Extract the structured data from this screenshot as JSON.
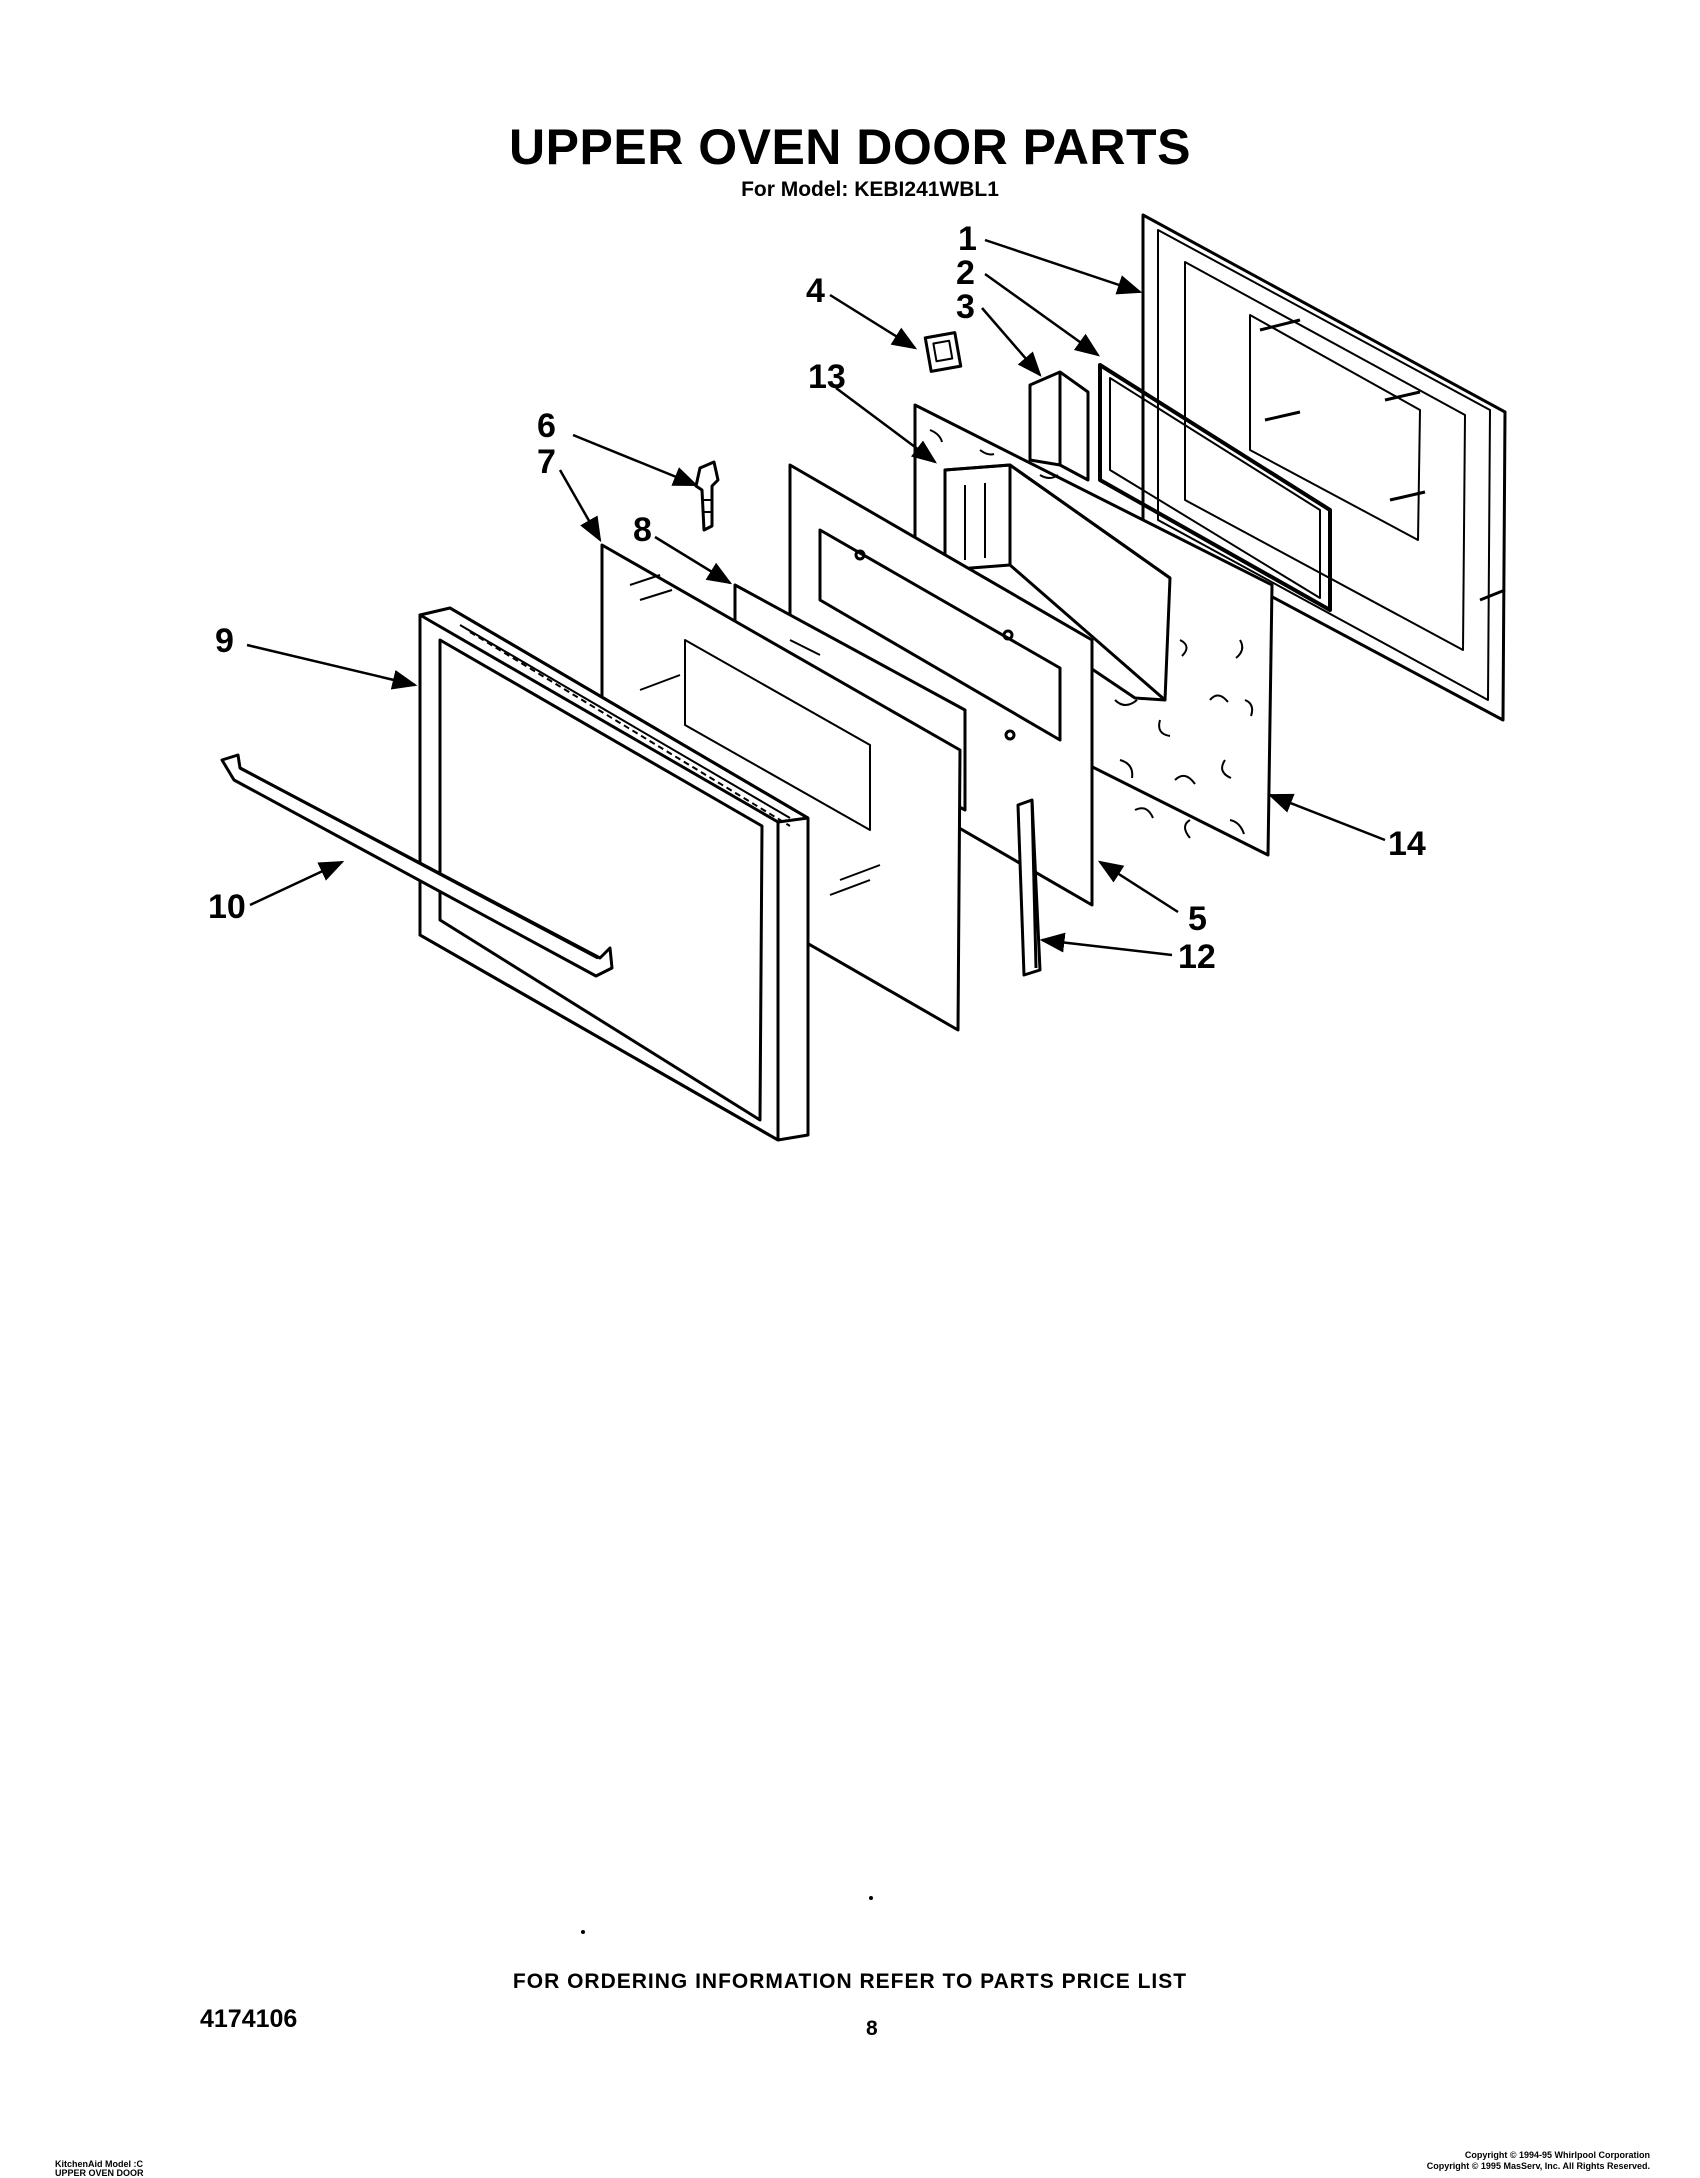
{
  "header": {
    "title": "UPPER OVEN DOOR PARTS",
    "subtitle": "For Model: KEBI241WBL1"
  },
  "diagram": {
    "callouts": [
      "1",
      "2",
      "3",
      "4",
      "5",
      "6",
      "7",
      "8",
      "9",
      "10",
      "12",
      "13",
      "14"
    ],
    "colors": {
      "line": "#000000",
      "background": "#ffffff"
    }
  },
  "footer": {
    "order_info": "FOR ORDERING INFORMATION REFER TO PARTS PRICE LIST",
    "doc_number": "4174106",
    "page_number": "8",
    "left_lines": [
      "KitchenAid Model :C",
      "UPPER OVEN DOOR"
    ],
    "right_lines": [
      "Copyright © 1994-95 Whirlpool Corporation",
      "Copyright © 1995 MasServ, Inc.  All Rights Reserved."
    ]
  }
}
